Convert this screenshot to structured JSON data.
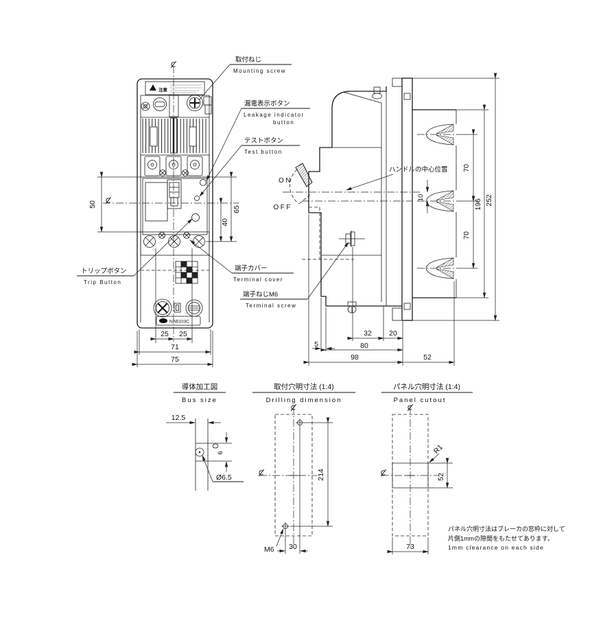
{
  "front": {
    "labels": {
      "mounting_jp": "取付ねじ",
      "mounting_en": "Mounting screw",
      "leakage_jp": "漏電表示ボタン",
      "leakage_en1": "Leakage indicator",
      "leakage_en2": "button",
      "test_jp": "テストボタン",
      "test_en": "Test button",
      "trip_jp": "トリップボタン",
      "trip_en": "Trip Button",
      "cover_jp": "端子カバー",
      "cover_en": "Terminal cover",
      "tscrew_jp": "端子ねじM6",
      "tscrew_en": "Terminal screw"
    },
    "warning_label": "注意",
    "nameplate": "NAB103C",
    "dims": {
      "d50": "50",
      "d65": "65",
      "d40": "40",
      "d25a": "25",
      "d25b": "25",
      "d71": "71",
      "d75": "75"
    }
  },
  "side": {
    "on": "ON",
    "off": "OFF",
    "handle_center_jp": "ハンドルの中心位置",
    "dims": {
      "d70a": "70",
      "d10": "10",
      "d70b": "70",
      "d196": "196",
      "d252": "252",
      "d32": "32",
      "d20": "20",
      "d5": "5",
      "d80": "80",
      "d98": "98",
      "d52": "52"
    }
  },
  "bus_size": {
    "title_jp": "導体加工図",
    "title_en": "Bus size",
    "d125": "12.5",
    "d6": "6",
    "dia": "Ø6.5"
  },
  "drilling": {
    "title_jp": "取付穴明寸法 (1:4)",
    "title_en": "Drilling dimension",
    "d214": "214",
    "d30": "30",
    "m6": "M6"
  },
  "panel_cutout": {
    "title_jp": "パネル穴明寸法 (1:4)",
    "title_en": "Panel cutout",
    "r1": "R1",
    "d52": "52",
    "d73": "73",
    "note_jp1": "パネル穴明寸法はブレーカの窓枠に対して",
    "note_jp2": "片側1mmの隙間をもたせてあります。",
    "note_en": "1mm clearance on each side"
  }
}
